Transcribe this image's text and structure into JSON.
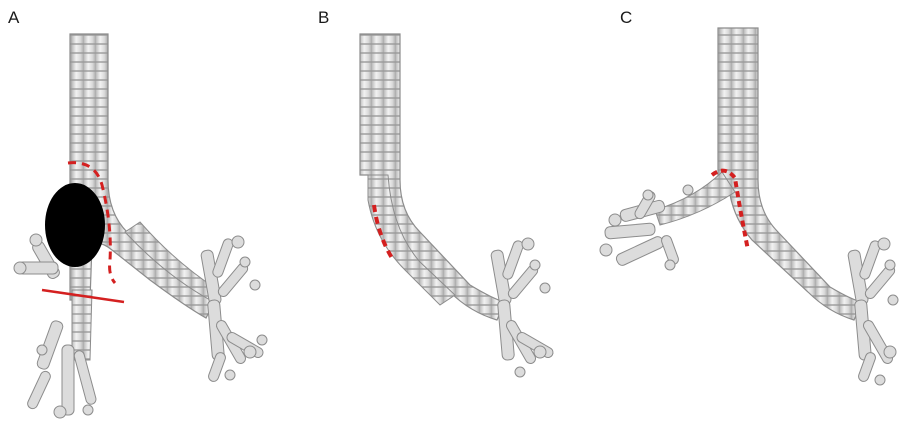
{
  "panels": [
    {
      "label": "A"
    },
    {
      "label": "B"
    },
    {
      "label": "C"
    }
  ],
  "colors": {
    "airway_fill": "#e3e3e3",
    "airway_stroke": "#8c8c8c",
    "ring_stroke": "#a9a9a9",
    "mark_red": "#d42020",
    "mass_fill": "#000000"
  }
}
